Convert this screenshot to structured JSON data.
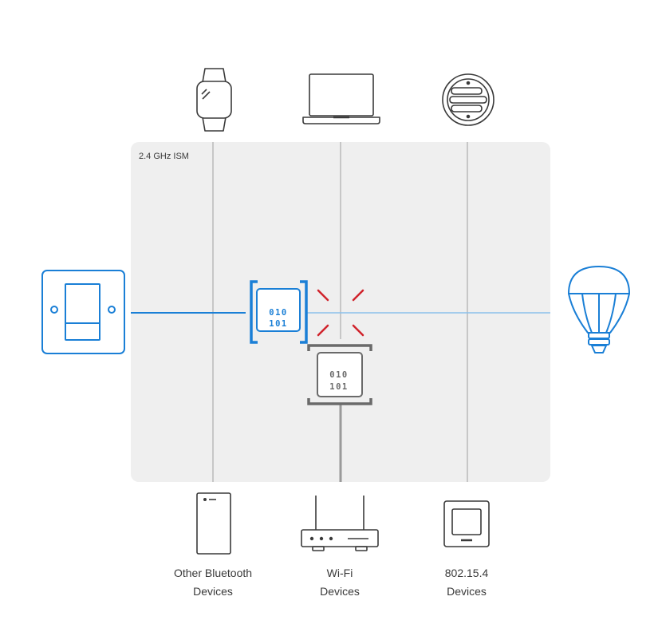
{
  "band": {
    "label": "2.4 GHz ISM"
  },
  "packets": {
    "bluetooth": {
      "line1": "010",
      "line2": "101",
      "color": "#1a7fd6"
    },
    "wifi": {
      "line1": "010",
      "line2": "101",
      "color": "#6a6a6a"
    }
  },
  "labels": {
    "bluetooth": {
      "line1": "Other Bluetooth",
      "line2": "Devices"
    },
    "wifi": {
      "line1": "Wi-Fi",
      "line2": "Devices"
    },
    "ieee": {
      "line1": "802.15.4",
      "line2": "Devices"
    }
  },
  "colors": {
    "panel": "#efefef",
    "grid": "#c7c7c7",
    "accent": "#1a7fd6",
    "conflict": "#d0232b",
    "icon": "#3a3a3a"
  },
  "icons": {
    "top": [
      "smartwatch-icon",
      "laptop-icon",
      "smoke-detector-icon"
    ],
    "left": "light-switch-icon",
    "right": "light-bulb-icon",
    "bottom": [
      "smartphone-icon",
      "wifi-router-icon",
      "thermostat-icon"
    ]
  }
}
